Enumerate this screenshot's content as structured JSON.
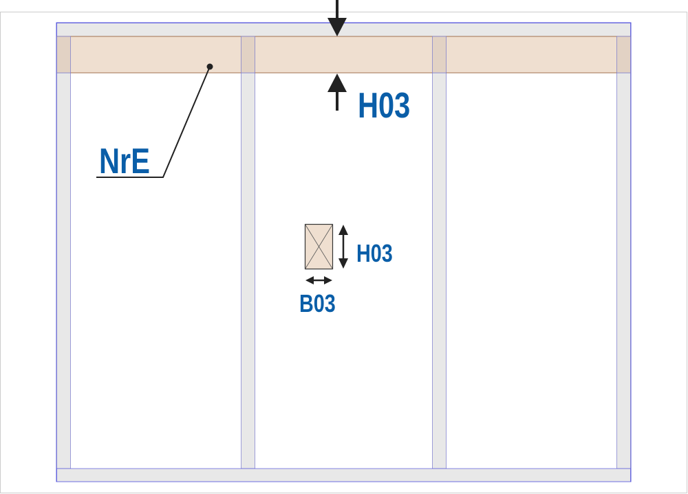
{
  "labels": {
    "lintel_label": "NrE",
    "lintel_height": "H03",
    "opening_height": "H03",
    "opening_width": "B03"
  },
  "colors": {
    "label": "#0a5ea8",
    "frame_fill": "#e8e8e8",
    "lintel_fill": "#efdfd0",
    "outline": "#5555dd"
  }
}
